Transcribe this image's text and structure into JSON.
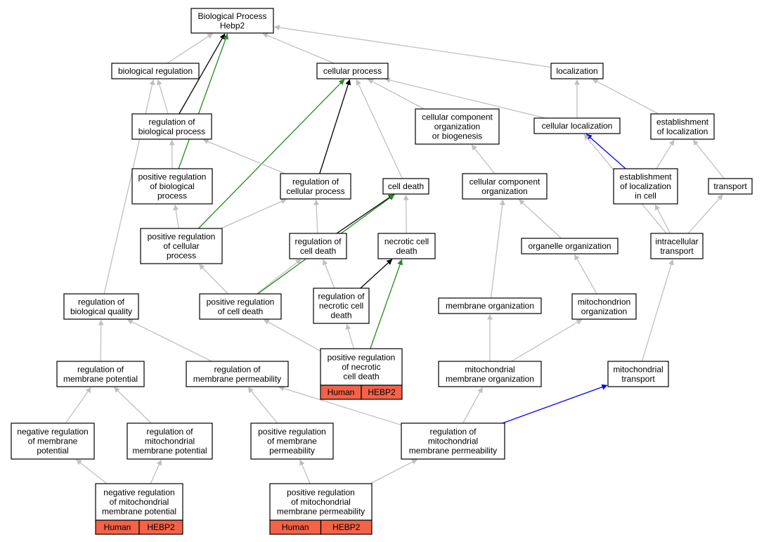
{
  "colors": {
    "grey": "#c0c0c0",
    "black": "#000000",
    "green": "#228b22",
    "blue": "#0000ff",
    "tag_fill": "#f46247"
  },
  "nodes": {
    "bp": {
      "lines": [
        "Biological Process",
        "Hebp2"
      ]
    },
    "biological_regulation": {
      "lines": [
        "biological regulation"
      ]
    },
    "cellular_process": {
      "lines": [
        "cellular process"
      ]
    },
    "localization": {
      "lines": [
        "localization"
      ]
    },
    "regulation_of_biological_process": {
      "lines": [
        "regulation of",
        "biological process"
      ]
    },
    "ccob": {
      "lines": [
        "cellular component",
        "organization",
        "or biogenesis"
      ]
    },
    "cellular_localization": {
      "lines": [
        "cellular localization"
      ]
    },
    "establishment_of_localization": {
      "lines": [
        "establishment",
        "of localization"
      ]
    },
    "pos_reg_bio_process": {
      "lines": [
        "positive regulation",
        "of biological",
        "process"
      ]
    },
    "regulation_of_cellular_process": {
      "lines": [
        "regulation of",
        "cellular process"
      ]
    },
    "cell_death": {
      "lines": [
        "cell death"
      ]
    },
    "cellular_component_organization": {
      "lines": [
        "cellular component",
        "organization"
      ]
    },
    "establishment_of_localization_in_cell": {
      "lines": [
        "establishment",
        "of localization",
        "in cell"
      ]
    },
    "transport": {
      "lines": [
        "transport"
      ]
    },
    "pos_reg_cellular_process": {
      "lines": [
        "positive regulation",
        "of cellular",
        "process"
      ]
    },
    "regulation_of_cell_death": {
      "lines": [
        "regulation of",
        "cell death"
      ]
    },
    "necrotic_cell_death": {
      "lines": [
        "necrotic cell",
        "death"
      ]
    },
    "organelle_organization": {
      "lines": [
        "organelle organization"
      ]
    },
    "intracellular_transport": {
      "lines": [
        "intracellular",
        "transport"
      ]
    },
    "regulation_of_biological_quality": {
      "lines": [
        "regulation of",
        "biological quality"
      ]
    },
    "pos_reg_cell_death": {
      "lines": [
        "positive regulation",
        "of cell death"
      ]
    },
    "reg_necrotic_cell_death": {
      "lines": [
        "regulation of",
        "necrotic cell",
        "death"
      ]
    },
    "membrane_organization": {
      "lines": [
        "membrane organization"
      ]
    },
    "mitochondrion_organization": {
      "lines": [
        "mitochondrion",
        "organization"
      ]
    },
    "pos_reg_necrotic_cell_death": {
      "lines": [
        "positive regulation",
        "of necrotic",
        "cell death"
      ],
      "tags": [
        "Human",
        "HEBP2"
      ]
    },
    "reg_membrane_potential": {
      "lines": [
        "regulation of",
        "membrane potential"
      ]
    },
    "reg_membrane_permeability": {
      "lines": [
        "regulation of",
        "membrane permeability"
      ]
    },
    "mito_membrane_org": {
      "lines": [
        "mitochondrial",
        "membrane organization"
      ]
    },
    "mito_transport": {
      "lines": [
        "mitochondrial",
        "transport"
      ]
    },
    "neg_reg_membrane_potential": {
      "lines": [
        "negative regulation",
        "of membrane",
        "potential"
      ]
    },
    "reg_mito_membrane_potential": {
      "lines": [
        "regulation of",
        "mitochondrial",
        "membrane potential"
      ]
    },
    "pos_reg_membrane_permeability": {
      "lines": [
        "positive regulation",
        "of membrane",
        "permeability"
      ]
    },
    "reg_mito_membrane_permeability": {
      "lines": [
        "regulation of",
        "mitochondrial",
        "membrane permeability"
      ]
    },
    "neg_reg_mito_membrane_potential": {
      "lines": [
        "negative regulation",
        "of mitochondrial",
        "membrane potential"
      ],
      "tags": [
        "Human",
        "HEBP2"
      ]
    },
    "pos_reg_mito_membrane_permeability": {
      "lines": [
        "positive regulation",
        "of mitochondrial",
        "membrane permeability"
      ],
      "tags": [
        "Human",
        "HEBP2"
      ]
    }
  },
  "edges": [
    {
      "from": "biological_regulation",
      "to": "bp",
      "color": "grey"
    },
    {
      "from": "cellular_process",
      "to": "bp",
      "color": "grey"
    },
    {
      "from": "localization",
      "to": "bp",
      "color": "grey"
    },
    {
      "from": "regulation_of_biological_process",
      "to": "bp",
      "color": "black"
    },
    {
      "from": "pos_reg_bio_process",
      "to": "bp",
      "color": "green"
    },
    {
      "from": "regulation_of_biological_process",
      "to": "biological_regulation",
      "color": "grey"
    },
    {
      "from": "regulation_of_biological_quality",
      "to": "biological_regulation",
      "color": "grey"
    },
    {
      "from": "ccob",
      "to": "cellular_process",
      "color": "grey"
    },
    {
      "from": "cellular_localization",
      "to": "cellular_process",
      "color": "grey"
    },
    {
      "from": "regulation_of_cellular_process",
      "to": "cellular_process",
      "color": "black"
    },
    {
      "from": "cell_death",
      "to": "cellular_process",
      "color": "grey"
    },
    {
      "from": "pos_reg_cellular_process",
      "to": "cellular_process",
      "color": "green"
    },
    {
      "from": "cellular_localization",
      "to": "localization",
      "color": "grey"
    },
    {
      "from": "establishment_of_localization",
      "to": "localization",
      "color": "grey"
    },
    {
      "from": "pos_reg_bio_process",
      "to": "regulation_of_biological_process",
      "color": "grey"
    },
    {
      "from": "regulation_of_cellular_process",
      "to": "regulation_of_biological_process",
      "color": "grey"
    },
    {
      "from": "cellular_component_organization",
      "to": "ccob",
      "color": "grey"
    },
    {
      "from": "establishment_of_localization_in_cell",
      "to": "cellular_localization",
      "color": "blue"
    },
    {
      "from": "intracellular_transport",
      "to": "cellular_localization",
      "color": "grey"
    },
    {
      "from": "establishment_of_localization_in_cell",
      "to": "establishment_of_localization",
      "color": "grey"
    },
    {
      "from": "transport",
      "to": "establishment_of_localization",
      "color": "grey"
    },
    {
      "from": "pos_reg_cellular_process",
      "to": "pos_reg_bio_process",
      "color": "grey"
    },
    {
      "from": "pos_reg_cellular_process",
      "to": "regulation_of_cellular_process",
      "color": "grey"
    },
    {
      "from": "regulation_of_cell_death",
      "to": "regulation_of_cellular_process",
      "color": "grey"
    },
    {
      "from": "regulation_of_cell_death",
      "to": "cell_death",
      "color": "black"
    },
    {
      "from": "necrotic_cell_death",
      "to": "cell_death",
      "color": "grey"
    },
    {
      "from": "pos_reg_cell_death",
      "to": "cell_death",
      "color": "green"
    },
    {
      "from": "organelle_organization",
      "to": "cellular_component_organization",
      "color": "grey"
    },
    {
      "from": "membrane_organization",
      "to": "cellular_component_organization",
      "color": "grey"
    },
    {
      "from": "intracellular_transport",
      "to": "establishment_of_localization_in_cell",
      "color": "grey"
    },
    {
      "from": "intracellular_transport",
      "to": "transport",
      "color": "grey"
    },
    {
      "from": "pos_reg_cell_death",
      "to": "pos_reg_cellular_process",
      "color": "grey"
    },
    {
      "from": "pos_reg_cell_death",
      "to": "regulation_of_cell_death",
      "color": "grey"
    },
    {
      "from": "reg_necrotic_cell_death",
      "to": "regulation_of_cell_death",
      "color": "grey"
    },
    {
      "from": "reg_necrotic_cell_death",
      "to": "necrotic_cell_death",
      "color": "black"
    },
    {
      "from": "pos_reg_necrotic_cell_death",
      "to": "necrotic_cell_death",
      "color": "green"
    },
    {
      "from": "mitochondrion_organization",
      "to": "organelle_organization",
      "color": "grey"
    },
    {
      "from": "mito_transport",
      "to": "intracellular_transport",
      "color": "grey"
    },
    {
      "from": "reg_membrane_potential",
      "to": "regulation_of_biological_quality",
      "color": "grey"
    },
    {
      "from": "reg_membrane_permeability",
      "to": "regulation_of_biological_quality",
      "color": "grey"
    },
    {
      "from": "pos_reg_necrotic_cell_death",
      "to": "pos_reg_cell_death",
      "color": "grey"
    },
    {
      "from": "pos_reg_necrotic_cell_death",
      "to": "reg_necrotic_cell_death",
      "color": "grey"
    },
    {
      "from": "mito_membrane_org",
      "to": "membrane_organization",
      "color": "grey"
    },
    {
      "from": "mito_membrane_org",
      "to": "mitochondrion_organization",
      "color": "grey"
    },
    {
      "from": "neg_reg_membrane_potential",
      "to": "reg_membrane_potential",
      "color": "grey"
    },
    {
      "from": "reg_mito_membrane_potential",
      "to": "reg_membrane_potential",
      "color": "grey"
    },
    {
      "from": "pos_reg_membrane_permeability",
      "to": "reg_membrane_permeability",
      "color": "grey"
    },
    {
      "from": "reg_mito_membrane_permeability",
      "to": "reg_membrane_permeability",
      "color": "grey"
    },
    {
      "from": "reg_mito_membrane_permeability",
      "to": "mito_membrane_org",
      "color": "grey"
    },
    {
      "from": "reg_mito_membrane_permeability",
      "to": "mito_transport",
      "color": "blue"
    },
    {
      "from": "neg_reg_mito_membrane_potential",
      "to": "neg_reg_membrane_potential",
      "color": "grey"
    },
    {
      "from": "neg_reg_mito_membrane_potential",
      "to": "reg_mito_membrane_potential",
      "color": "grey"
    },
    {
      "from": "pos_reg_mito_membrane_permeability",
      "to": "pos_reg_membrane_permeability",
      "color": "grey"
    },
    {
      "from": "pos_reg_mito_membrane_permeability",
      "to": "reg_mito_membrane_permeability",
      "color": "grey"
    }
  ]
}
